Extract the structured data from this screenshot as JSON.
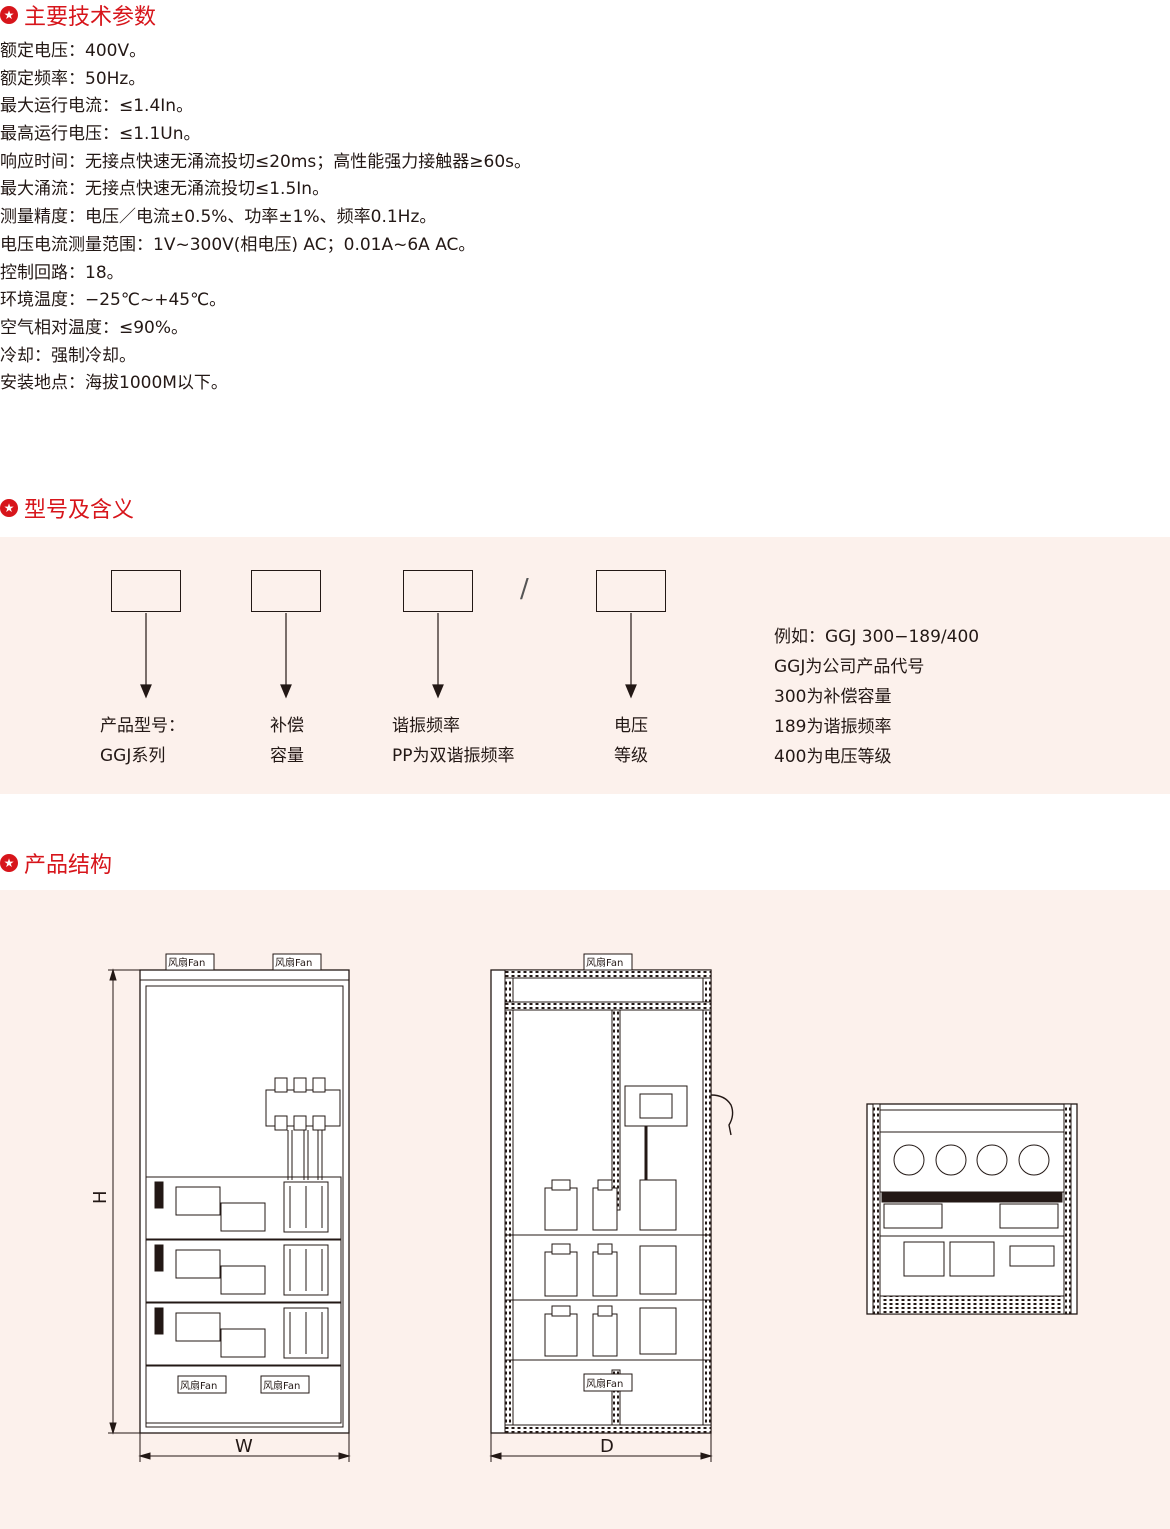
{
  "section1": {
    "title": "主要技术参数",
    "params": [
      "额定电压：400V。",
      "额定频率：50Hz。",
      "最大运行电流：≤1.4In。",
      "最高运行电压：≤1.1Un。",
      "响应时间：无接点快速无涌流投切≤20ms；高性能强力接触器≥60s。",
      "最大涌流：无接点快速无涌流投切≤1.5In。",
      "测量精度：电压／电流±0.5%、功率±1%、频率0.1Hz。",
      "电压电流测量范围：1V~300V(相电压) AC；0.01A~6A AC。",
      "控制回路：18。",
      "环境温度：−25℃~+45℃。",
      "空气相对温度：≤90%。",
      "冷却：强制冷却。",
      "安装地点：海拔1000M以下。"
    ]
  },
  "section2": {
    "title": "型号及含义",
    "slash": "/",
    "labels": [
      {
        "line1": "产品型号：",
        "line2": "GGJ系列"
      },
      {
        "line1": "补偿",
        "line2": "容量"
      },
      {
        "line1": "谐振频率",
        "line2": "PP为双谐振频率"
      },
      {
        "line1": "电压",
        "line2": "等级"
      }
    ],
    "example": [
      "例如：GGJ 300−189/400",
      "GGJ为公司产品代号",
      "300为补偿容量",
      "189为谐振频率",
      "400为电压等级"
    ]
  },
  "section3": {
    "title": "产品结构",
    "front": {
      "fan_top": [
        "风扇Fan",
        "风扇Fan"
      ],
      "fan_bottom": [
        "风扇Fan",
        "风扇Fan"
      ],
      "height_label": "H",
      "width_label": "W"
    },
    "side": {
      "fan_top": "风扇Fan",
      "fan_bottom": "风扇Fan",
      "depth_label": "D"
    }
  },
  "colors": {
    "accent": "#d7151b",
    "band": "#fcf1ec",
    "line": "#231815"
  },
  "icons": {
    "section_bullet": "star-circle-icon"
  }
}
